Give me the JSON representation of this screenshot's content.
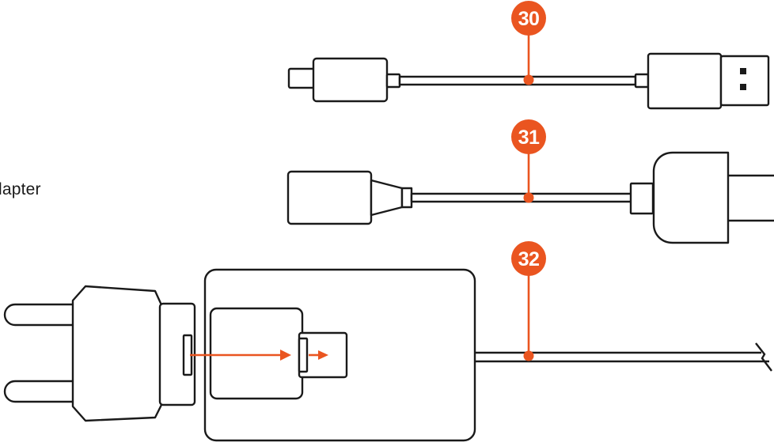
{
  "side_label": "lapter",
  "callouts": [
    {
      "id": "cable-usb-c-to-usb-a",
      "number": "30"
    },
    {
      "id": "cable-usb-female-to-plug",
      "number": "31"
    },
    {
      "id": "cable-wall-charger",
      "number": "32"
    }
  ],
  "colors": {
    "line": "#1a1a1a",
    "accent": "#ea5520",
    "background": "#ffffff"
  }
}
